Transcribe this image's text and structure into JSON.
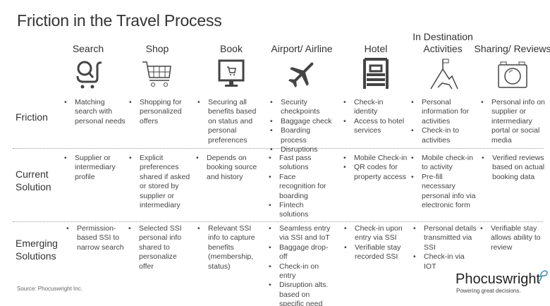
{
  "title": "Friction in the Travel Process",
  "columns": [
    {
      "label": "Search",
      "icon": "search-cart-icon"
    },
    {
      "label": "Shop",
      "icon": "shopping-cart-icon"
    },
    {
      "label": "Book",
      "icon": "monitor-cart-icon"
    },
    {
      "label": "Airport/ Airline",
      "icon": "airplane-icon"
    },
    {
      "label": "Hotel",
      "icon": "bed-icon"
    },
    {
      "label": "In Destination Activities",
      "icon": "mountain-flag-icon"
    },
    {
      "label": "Sharing/ Reviews",
      "icon": "camera-icon"
    }
  ],
  "rows": [
    {
      "label": "Friction",
      "cells": [
        [
          "Matching search with personal needs"
        ],
        [
          "Shopping for personalized offers"
        ],
        [
          "Securing all benefits based on status and personal preferences"
        ],
        [
          "Security checkpoints",
          "Baggage check",
          "Boarding process",
          "Disruptions"
        ],
        [
          "Check-in identity",
          "Access to hotel services"
        ],
        [
          "Personal information for activities",
          "Check-in to activities"
        ],
        [
          "Personal info on supplier or intermediary portal or social media"
        ]
      ]
    },
    {
      "label": "Current Solution",
      "cells": [
        [
          "Supplier or intermediary profile"
        ],
        [
          "Explicit preferences shared if asked or stored by supplier or intermediary"
        ],
        [
          "Depends on booking source and history"
        ],
        [
          "Fast pass solutions",
          "Face recognition for boarding",
          "Fintech solutions"
        ],
        [
          "Mobile Check-in",
          "QR codes for property access"
        ],
        [
          "Mobile check-in to activity",
          "Pre-fill necessary personal info via electronic form"
        ],
        [
          "Verified reviews based on actual booking data"
        ]
      ]
    },
    {
      "label": "Emerging Solutions",
      "cells": [
        [
          "Permission-based SSI to narrow search"
        ],
        [
          "Selected SSI personal info shared to personalize offer"
        ],
        [
          "Relevant SSI info to capture benefits (membership, status)"
        ],
        [
          "Seamless entry via SSI and IoT",
          "Baggage drop-off",
          "Check-in on entry",
          "Disruption alts. based on specific need"
        ],
        [
          "Check-in upon entry via SSI",
          "Verifiable stay recorded SSI"
        ],
        [
          "Personal details transmitted via SSI",
          "Check-in via IOT"
        ],
        [
          "Verifiable stay allows ability to review"
        ]
      ]
    }
  ],
  "source": "Source: Phocuswright Inc.",
  "logo": {
    "name": "Phocuswright",
    "tagline": "Powering great decisions.",
    "accent": "#3a8fb7"
  }
}
